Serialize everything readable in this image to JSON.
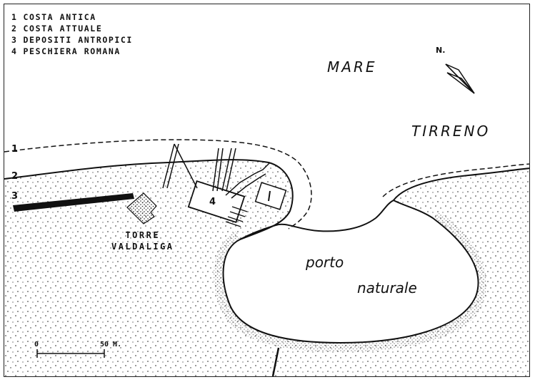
{
  "legend": {
    "items": [
      {
        "num": "1",
        "text": "COSTA ANTICA"
      },
      {
        "num": "2",
        "text": "COSTA ATTUALE"
      },
      {
        "num": "3",
        "text": "DEPOSITI ANTROPICI"
      },
      {
        "num": "4",
        "text": "PESCHIERA ROMANA"
      }
    ]
  },
  "sea": {
    "word1": "MARE",
    "word2": "TIRRENO"
  },
  "port": {
    "word1": "porto",
    "word2": "naturale"
  },
  "tower": {
    "line1": "TORRE",
    "line2": "VALDALIGA"
  },
  "markers": {
    "m1": "1",
    "m2": "2",
    "m3": "3",
    "m4": "4"
  },
  "north": {
    "label": "N."
  },
  "scale": {
    "start": "0",
    "end": "50 M."
  }
}
